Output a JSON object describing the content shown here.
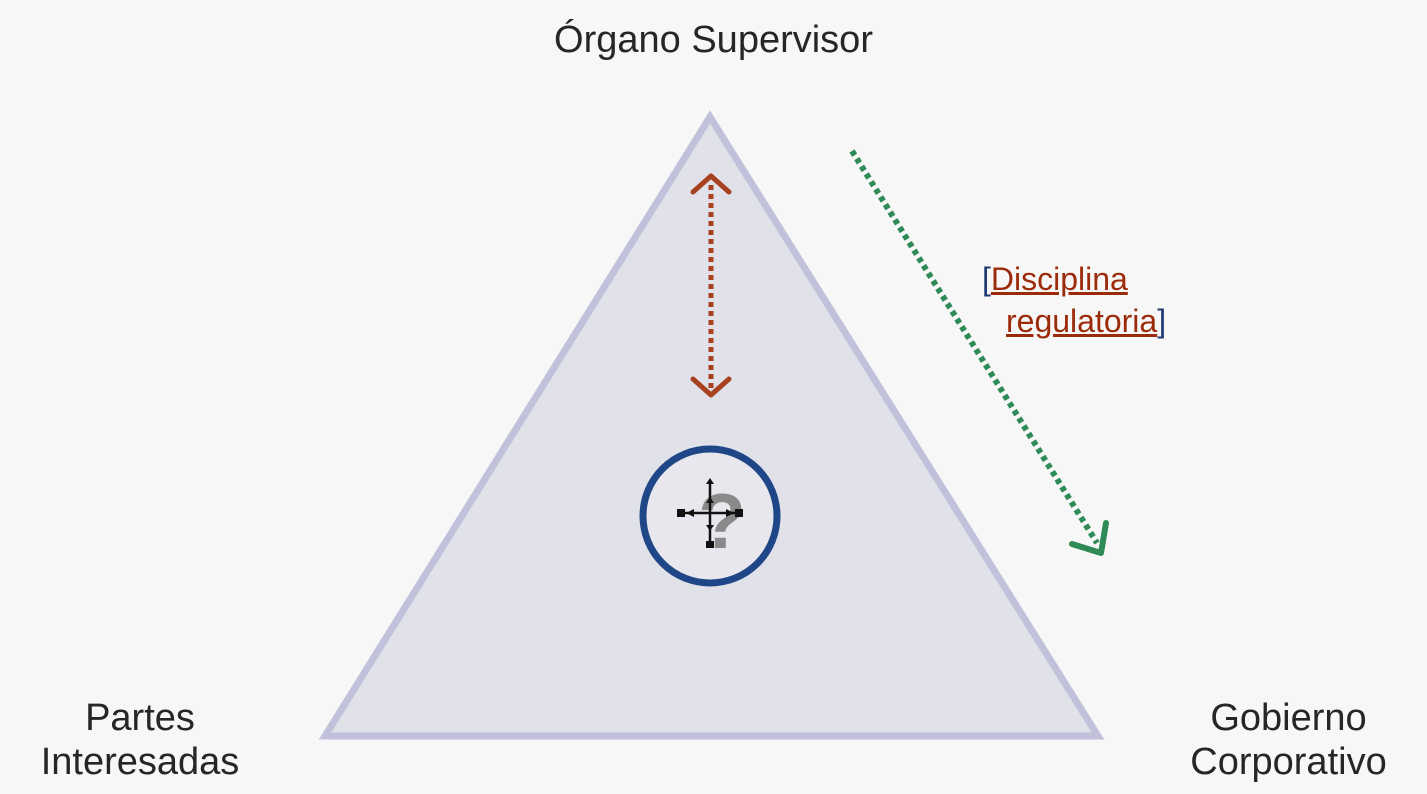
{
  "vertices": {
    "top": "Órgano Supervisor",
    "left": [
      "Partes",
      "Interesadas"
    ],
    "right": [
      "Gobierno",
      "Corporativo"
    ]
  },
  "annotation": {
    "open_bracket": "[",
    "line1": "Disciplina",
    "line2": "regulatoria",
    "close_bracket": "]"
  },
  "center_icon": {
    "name": "compass-question-icon",
    "glyph": "?"
  },
  "colors": {
    "background": "#f7f7f7",
    "triangle_fill": "#e1e1ea",
    "triangle_stroke": "#c1c1dc",
    "double_arrow": "#a8411f",
    "dotted_arrow": "#2e8b57",
    "circle_border": "#1f4788",
    "link_text": "#9c2b0a",
    "bracket_text": "#1f3a73"
  }
}
